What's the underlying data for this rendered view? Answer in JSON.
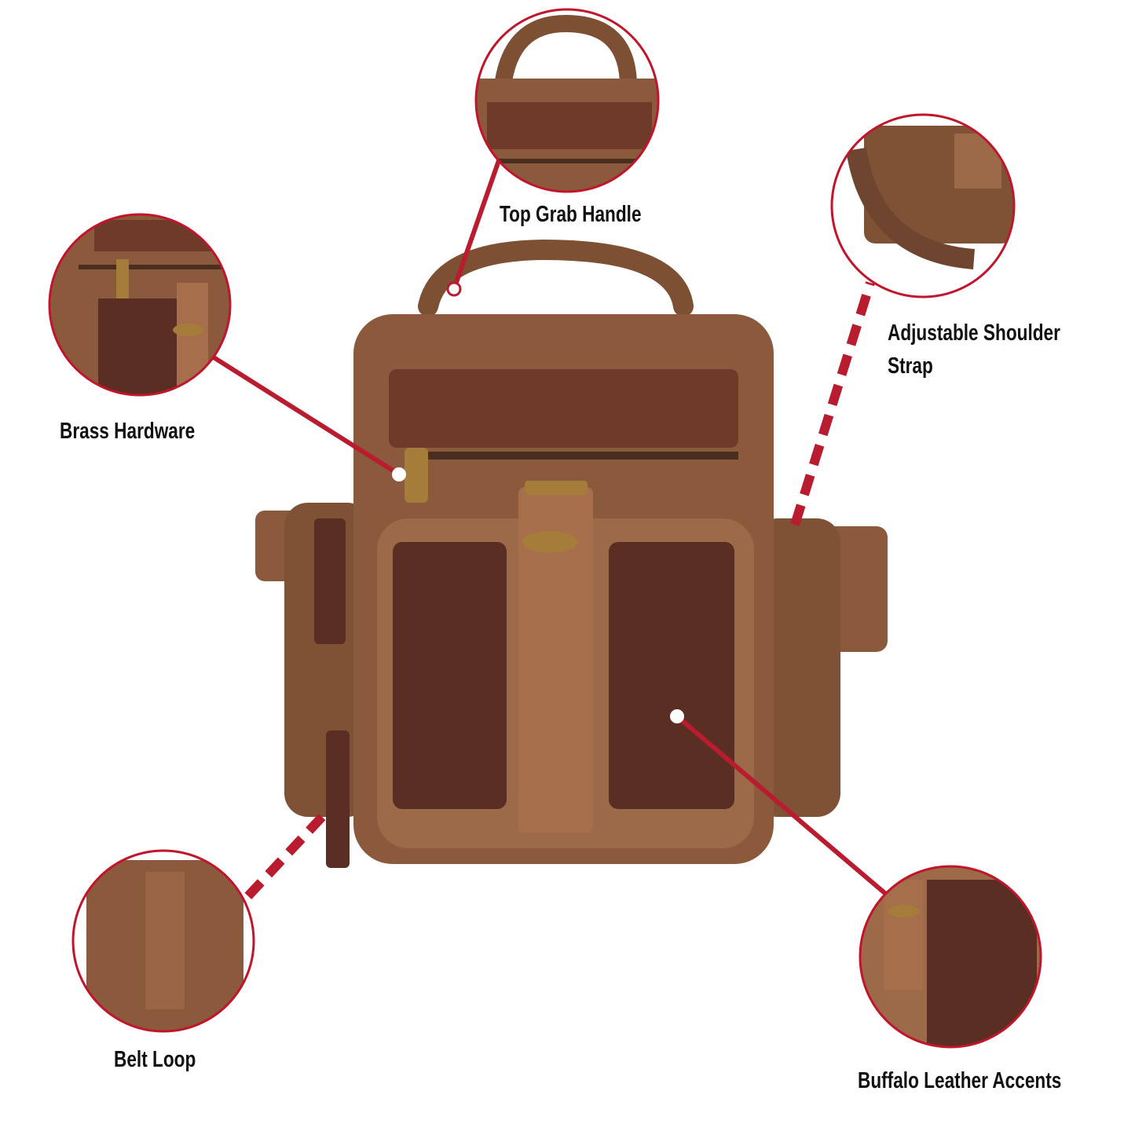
{
  "callouts": {
    "top_handle": "Top Grab Handle",
    "shoulder_strap_line1": "Adjustable Shoulder",
    "shoulder_strap_line2": "Strap",
    "brass_hardware": "Brass Hardware",
    "belt_loop": "Belt Loop",
    "buffalo_leather": "Buffalo Leather Accents"
  },
  "colors": {
    "accent_red": "#c0152a",
    "canvas_brown": "#8b5a3c",
    "leather_brown": "#5a2e22",
    "brass": "#a57c3a"
  }
}
